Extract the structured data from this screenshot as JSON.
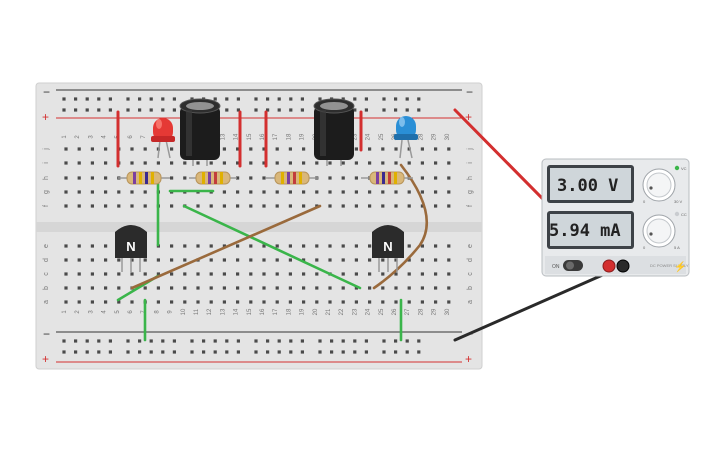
{
  "breadboard": {
    "rail_minus": "−",
    "rail_plus": "+",
    "column_count": 30,
    "row_letters_top": [
      "j",
      "i",
      "h",
      "g",
      "f"
    ],
    "row_letters_bottom": [
      "e",
      "d",
      "c",
      "b",
      "a"
    ]
  },
  "transistors": [
    {
      "label": "N"
    },
    {
      "label": "N"
    }
  ],
  "power_supply": {
    "voltage": "3.00 V",
    "current": "5.94 mA",
    "on_label": "ON",
    "brand_text": "DC POWER SUPPLY",
    "knob_voltage_label": "30 V",
    "knob_current_label": "5 A",
    "knob_zero": "0",
    "vc_label": "VC",
    "cc_label": "CC"
  },
  "colors": {
    "board": "#e4e4e4",
    "rail_red": "#d32f2f",
    "rail_black": "#333333",
    "wire_red": "#d32f2f",
    "wire_green": "#3ab54a",
    "wire_brown": "#9a6a3c",
    "wire_black": "#2a2a2a",
    "led_red": "#e53935",
    "led_blue": "#2a8fd6",
    "capacitor": "#1c1c1c",
    "power_supply_body": "#e8eaec",
    "display_bg": "#cfd6da"
  }
}
